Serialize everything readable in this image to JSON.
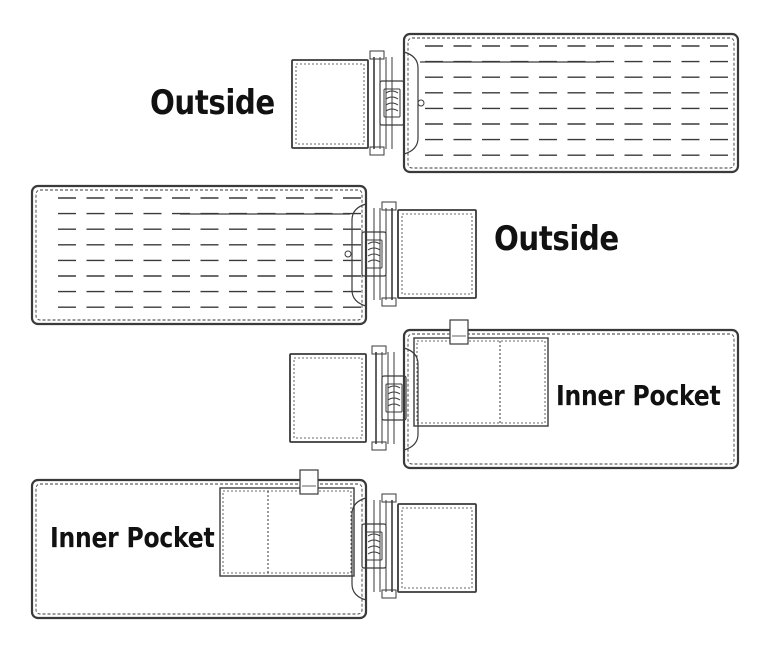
{
  "diagram": {
    "labels": {
      "outside_1": "Outside",
      "outside_2": "Outside",
      "inner_pocket_1": "Inner Pocket",
      "inner_pocket_2": "Inner Pocket"
    }
  },
  "colors": {
    "line": "#3a3a3a",
    "background": "#ffffff",
    "text": "#111111"
  }
}
